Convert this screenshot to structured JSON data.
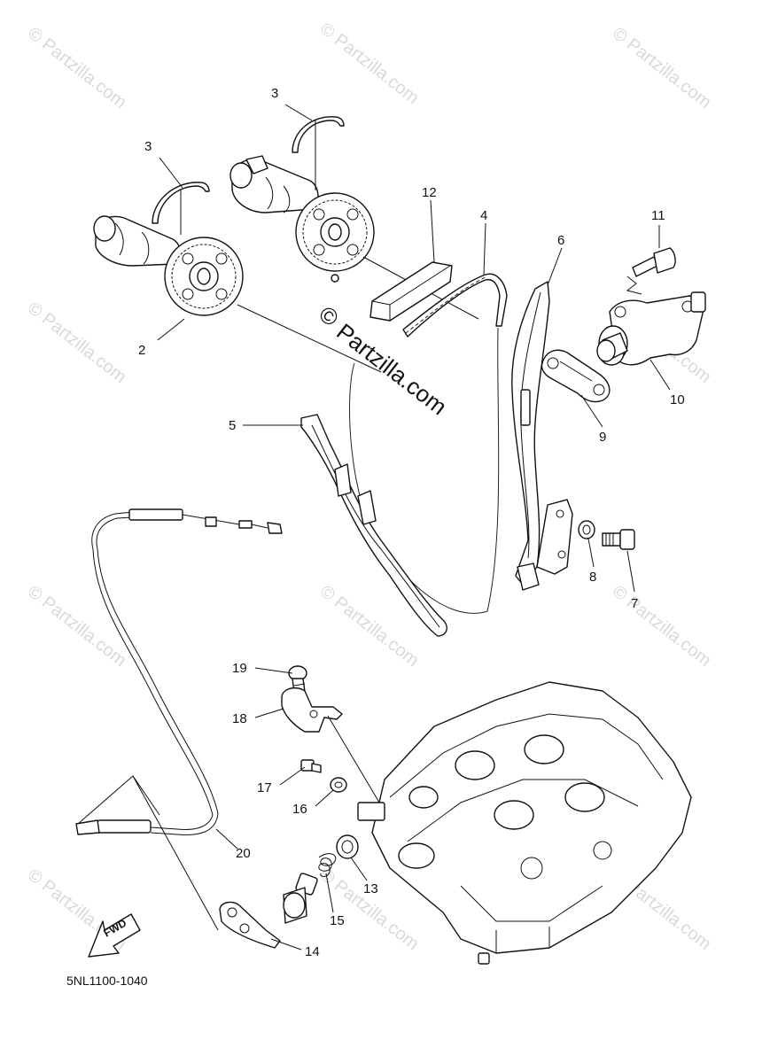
{
  "diagram": {
    "watermark_text": "© Partzilla.com",
    "center_watermark_copyright": "©",
    "center_watermark_name": "Partzilla.com",
    "diagram_code": "5NL1100-1040",
    "fwd_label": "FWD",
    "callouts": [
      "2",
      "3",
      "3",
      "12",
      "4",
      "6",
      "11",
      "10",
      "9",
      "5",
      "8",
      "7",
      "19",
      "18",
      "17",
      "16",
      "13",
      "15",
      "14",
      "20"
    ]
  }
}
